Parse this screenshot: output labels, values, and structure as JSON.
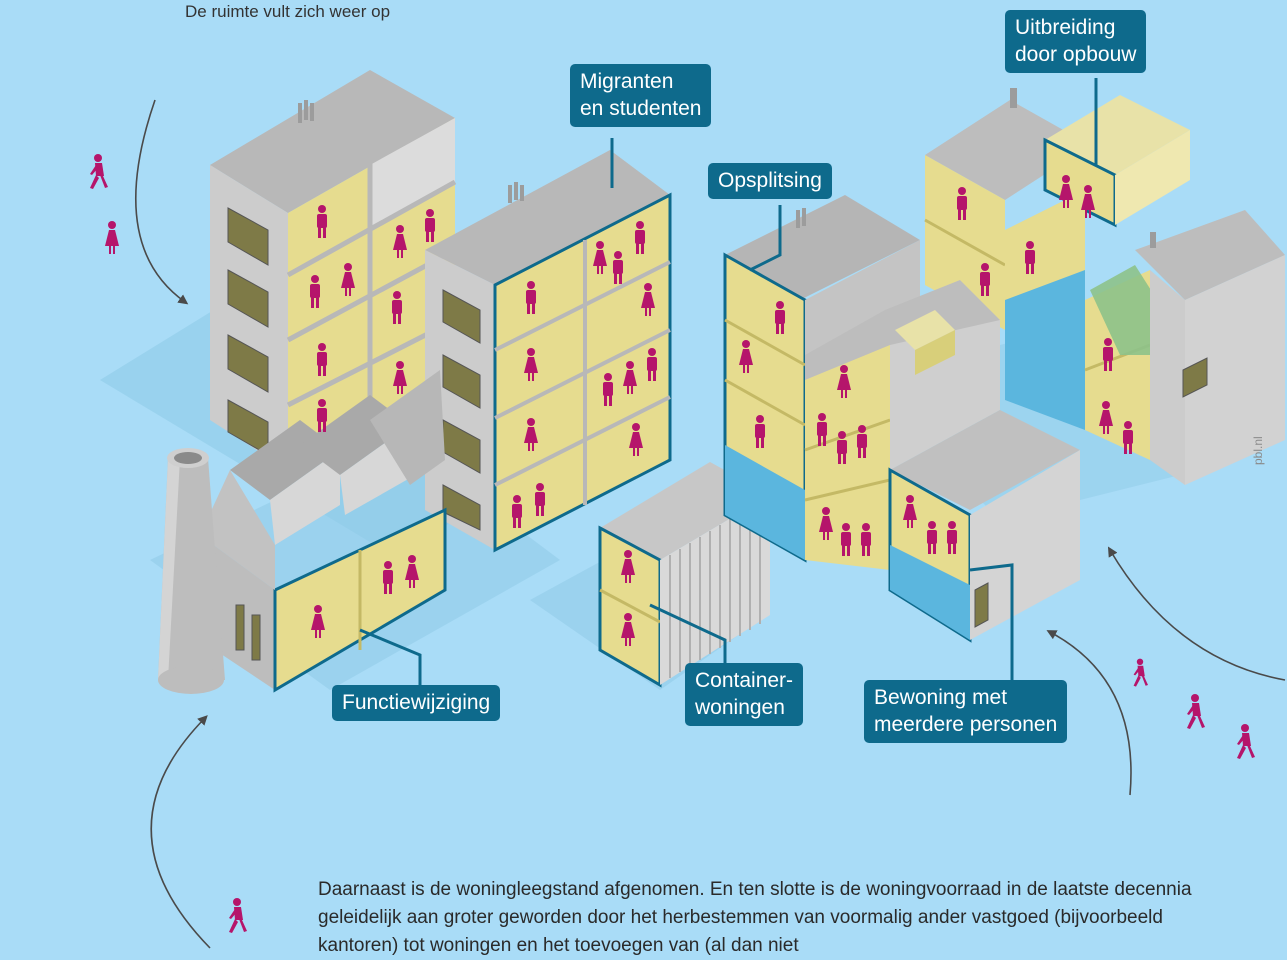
{
  "subtitle": "De ruimte vult zich weer op",
  "labels": {
    "migranten": "Migranten\nen studenten",
    "uitbreiding": "Uitbreiding\ndoor opbouw",
    "opsplitsing": "Opsplitsing",
    "functiewijziging": "Functiewijziging",
    "container": "Container-\nwoningen",
    "bewoning": "Bewoning met\nmeerdere personen"
  },
  "watermark": "pbl.nl",
  "body_text": "Daarnaast is de woningleegstand afgenomen. En ten slotte is de woningvoorraad in de laatste decennia geleidelijk aan groter geworden door het herbestemmen van voormalig ander vastgoed (bijvoorbeeld kantoren) tot woningen en het toevoegen van (al dan niet",
  "colors": {
    "background": "#a9dcf7",
    "label_bg": "#0e6a8c",
    "person": "#b5156b",
    "room_yellow": "#ecdf8a",
    "building_grey": "#c9c9c9",
    "water_blue": "#5bb6de"
  }
}
